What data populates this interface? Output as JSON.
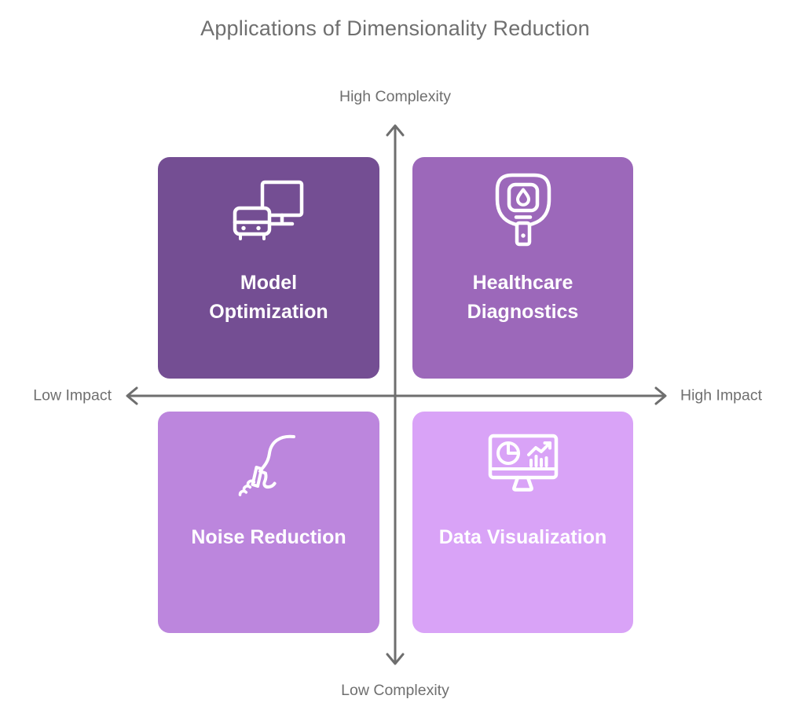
{
  "title": "Applications of Dimensionality Reduction",
  "axis": {
    "top_label": "High Complexity",
    "bottom_label": "Low Complexity",
    "left_label": "Low Impact",
    "right_label": "High Impact",
    "color": "#6E6E6E"
  },
  "quadrants": [
    {
      "position": "top-left",
      "label": "Model\nOptimization",
      "icon": "monitor-workstation-icon",
      "color": "#744E93",
      "text_color": "#FFFFFF"
    },
    {
      "position": "top-right",
      "label": "Healthcare\nDiagnostics",
      "icon": "glucometer-icon",
      "color": "#9C68BA",
      "text_color": "#FFFFFF"
    },
    {
      "position": "bottom-left",
      "label": "Noise Reduction",
      "icon": "shush-face-icon",
      "color": "#BC86DD",
      "text_color": "#FFFFFF"
    },
    {
      "position": "bottom-right",
      "label": "Data Visualization",
      "icon": "monitor-charts-icon",
      "color": "#D9A3F7",
      "text_color": "#FFFFFF"
    }
  ],
  "colors": {
    "background": "#FFFFFF",
    "title_text": "#6F6F6F",
    "card_text": "#FFFFFF"
  }
}
